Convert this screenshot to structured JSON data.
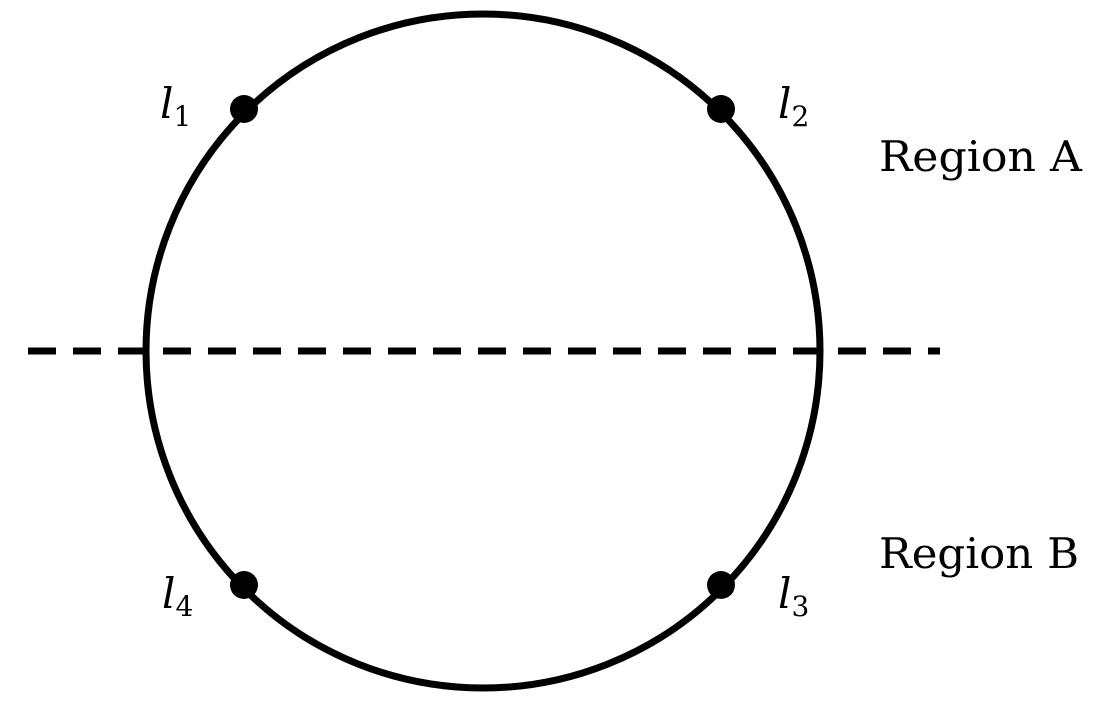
{
  "diagram": {
    "stroke_color": "#000000",
    "background_color": "#ffffff",
    "points": [
      {
        "id": "l1",
        "name": "l",
        "sub": "1"
      },
      {
        "id": "l2",
        "name": "l",
        "sub": "2"
      },
      {
        "id": "l3",
        "name": "l",
        "sub": "3"
      },
      {
        "id": "l4",
        "name": "l",
        "sub": "4"
      }
    ],
    "regions": {
      "a": "Region A",
      "b": "Region B"
    }
  }
}
